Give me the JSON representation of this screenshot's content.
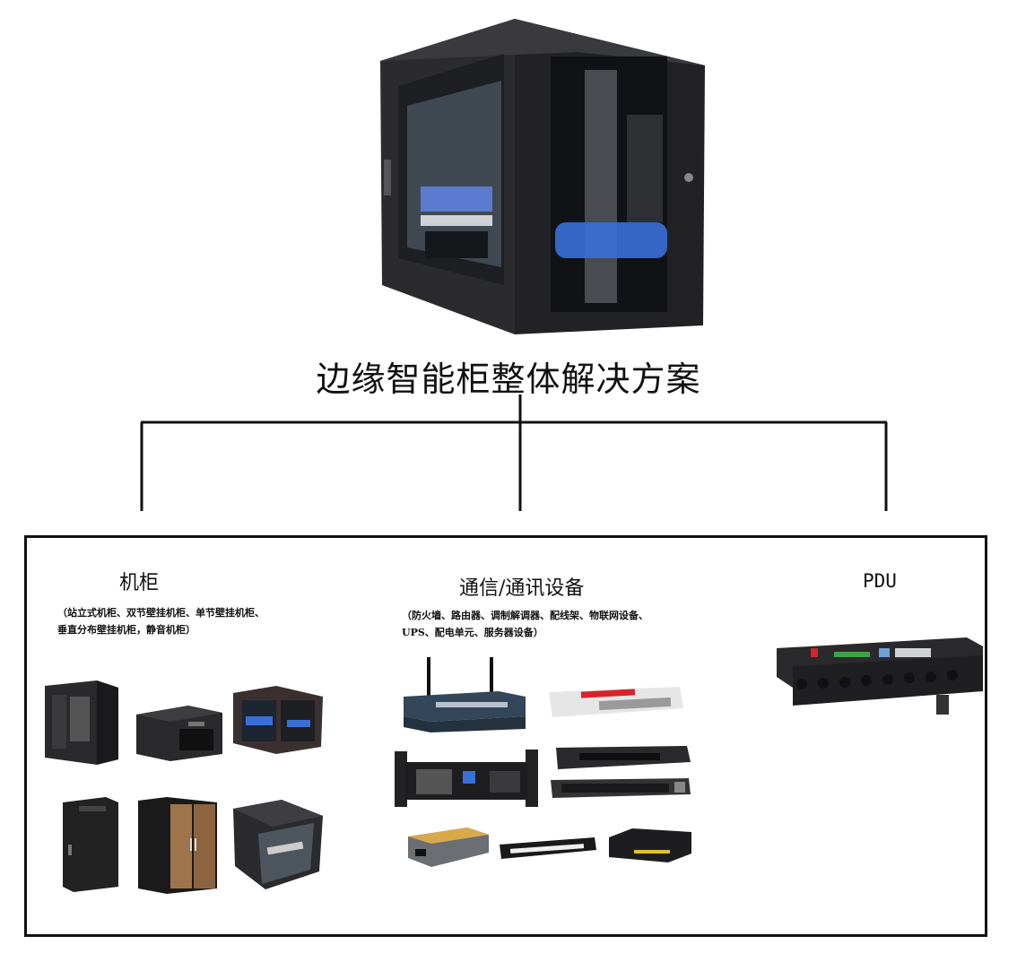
{
  "main_title": "边缘智能柜整体解决方案",
  "columns": {
    "cabinet": {
      "title": "机柜",
      "subtitle_line1": "（站立式机柜、双节壁挂机柜、单节壁挂机柜、",
      "subtitle_line2": "垂直分布壁挂机柜，静音机柜）"
    },
    "communication": {
      "title": "通信/通讯设备",
      "subtitle_line1": "（防火墙、路由器、调制解调器、配线架、物联网设备、",
      "subtitle_line2": "UPS、配电单元、服务器设备）"
    },
    "pdu": {
      "title": "PDU"
    }
  },
  "colors": {
    "line": "#111111",
    "cabinet_dark": "#2a2a2c",
    "wood": "#a0744a",
    "cable_blue": "#3a6fd8",
    "firewall_red": "#d8232a"
  },
  "icons": [
    "edge-cabinet-photo",
    "standing-cabinet",
    "double-wall-cabinet",
    "open-wall-cabinet",
    "vertical-wall-cabinet",
    "wood-silent-cabinet",
    "single-wall-cabinet",
    "router",
    "firewall",
    "ups",
    "switch",
    "server",
    "media-converter",
    "patch-panel",
    "modem",
    "pdu-strip"
  ]
}
